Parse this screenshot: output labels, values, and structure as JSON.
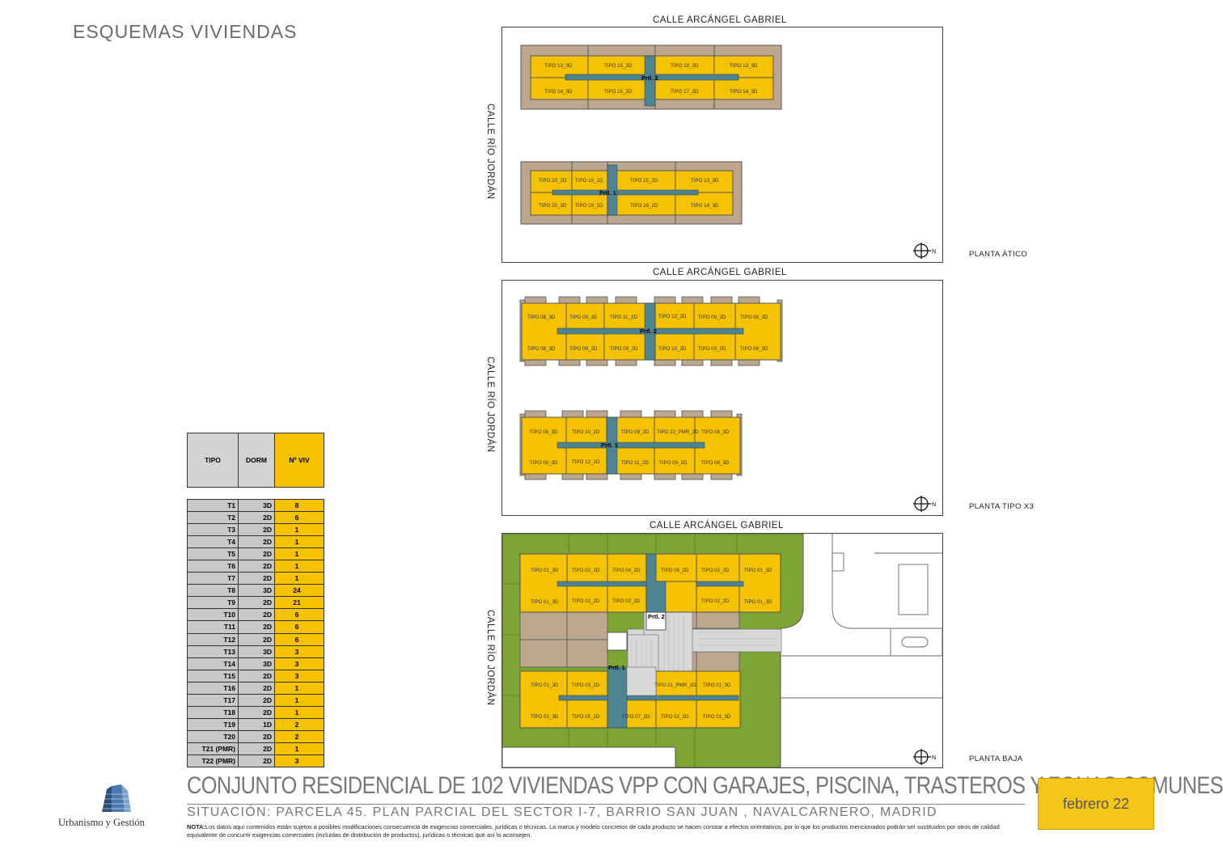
{
  "page_title": "ESQUEMAS VIVIENDAS",
  "streets": {
    "top": "CALLE ARCÁNGEL GABRIEL",
    "left": "CALLE RÍO JORDÁN"
  },
  "north": "N",
  "portal_labels": {
    "p1": "Prtl. 1",
    "p2": "Prtl. 2"
  },
  "floors": {
    "attic": {
      "label": "PLANTA ÁTICO",
      "b2_top": [
        "TIPO 13_3D",
        "TIPO 15_2D",
        "TIPO 18_2D",
        "TIPO 13_3D"
      ],
      "b2_bot": [
        "TIPO 14_3D",
        "TIPO 15_2D",
        "TIPO 17_2D",
        "TIPO 14_3D"
      ],
      "b1_top": [
        "TIPO 20_2D",
        "TIPO 19_1D",
        "TIPO 15_2D",
        "TIPO 13_3D"
      ],
      "b1_bot": [
        "TIPO 20_2D",
        "TIPO 19_1D",
        "TIPO 16_2D",
        "TIPO 14_3D"
      ]
    },
    "typical": {
      "label": "PLANTA TIPO X3",
      "b2_top": [
        "TIPO 08_3D",
        "TIPO 09_2D",
        "TIPO 11_2D",
        "TIPO 12_2D",
        "TIPO 09_2D",
        "TIPO 08_3D"
      ],
      "b2_bot": [
        "TIPO 08_3D",
        "TIPO 09_2D",
        "TIPO 09_2D",
        "TIPO 10_2D",
        "TIPO 09_2D",
        "TIPO 08_3D"
      ],
      "b1_top": [
        "TIPO 08_3D",
        "TIPO 10_2D",
        "TIPO 09_2D",
        "TIPO 22_PMR_2D",
        "TIPO 08_3D"
      ],
      "b1_bot": [
        "TIPO 08_3D",
        "TIPO 12_2D",
        "TIPO 11_2D",
        "TIPO 09_2D",
        "TIPO 08_3D"
      ]
    },
    "ground": {
      "label": "PLANTA BAJA",
      "b2_top": [
        "TIPO 01_3D",
        "TIPO 02_2D",
        "TIPO 04_2D",
        "TIPO 06_2D",
        "TIPO 02_2D",
        "TIPO 01_3D"
      ],
      "b2_bot": [
        "TIPO 01_3D",
        "TIPO 02_2D",
        "TIPO 02_2D",
        "TIPO 02_2D",
        "TIPO 01_3D"
      ],
      "b1_top": [
        "TIPO 01_3D",
        "TIPO 03_2D",
        "TIPO 21_PMR_2D",
        "TIPO 01_3D"
      ],
      "b1_bot": [
        "TIPO 01_3D",
        "TIPO 05_2D",
        "TIPO 07_2D",
        "TIPO 02_2D",
        "TIPO 01_3D"
      ]
    }
  },
  "table": {
    "headers": {
      "tipo": "TIPO",
      "dorm": "DORM",
      "nviv": "Nº VIV"
    },
    "rows": [
      {
        "tipo": "T1",
        "dorm": "3D",
        "nviv": "8"
      },
      {
        "tipo": "T2",
        "dorm": "2D",
        "nviv": "6"
      },
      {
        "tipo": "T3",
        "dorm": "2D",
        "nviv": "1"
      },
      {
        "tipo": "T4",
        "dorm": "2D",
        "nviv": "1"
      },
      {
        "tipo": "T5",
        "dorm": "2D",
        "nviv": "1"
      },
      {
        "tipo": "T6",
        "dorm": "2D",
        "nviv": "1"
      },
      {
        "tipo": "T7",
        "dorm": "2D",
        "nviv": "1"
      },
      {
        "tipo": "T8",
        "dorm": "3D",
        "nviv": "24"
      },
      {
        "tipo": "T9",
        "dorm": "2D",
        "nviv": "21"
      },
      {
        "tipo": "T10",
        "dorm": "2D",
        "nviv": "6"
      },
      {
        "tipo": "T11",
        "dorm": "2D",
        "nviv": "6"
      },
      {
        "tipo": "T12",
        "dorm": "2D",
        "nviv": "6"
      },
      {
        "tipo": "T13",
        "dorm": "3D",
        "nviv": "3"
      },
      {
        "tipo": "T14",
        "dorm": "3D",
        "nviv": "3"
      },
      {
        "tipo": "T15",
        "dorm": "2D",
        "nviv": "3"
      },
      {
        "tipo": "T16",
        "dorm": "2D",
        "nviv": "1"
      },
      {
        "tipo": "T17",
        "dorm": "2D",
        "nviv": "1"
      },
      {
        "tipo": "T18",
        "dorm": "2D",
        "nviv": "1"
      },
      {
        "tipo": "T19",
        "dorm": "1D",
        "nviv": "2"
      },
      {
        "tipo": "T20",
        "dorm": "2D",
        "nviv": "2"
      },
      {
        "tipo": "T21 (PMR)",
        "dorm": "2D",
        "nviv": "1"
      },
      {
        "tipo": "T22 (PMR)",
        "dorm": "2D",
        "nviv": "3"
      }
    ]
  },
  "footer": {
    "title": "CONJUNTO RESIDENCIAL DE 102 VIVIENDAS VPP CON GARAJES, PISCINA, TRASTEROS Y ZONAS COMUNES",
    "situation": "SITUACIÓN: PARCELA 45. PLAN PARCIAL DEL SECTOR I-7, BARRIO SAN JUAN , NAVALCARNERO, MADRID",
    "note_label": "NOTA:",
    "note": "Los datos aquí contenidos están sujetos a posibles modificaciones consecuencia de exigencias comerciales, jurídicas o técnicas. La marca y modelo concretos de cada producto se hacen constar a efectos orientativos, por lo que los productos mencionados podrán ser sustituidos por otros de calidad equivalente de concurrir exigencias comerciales (incluidas de distribución de productos), jurídicas o técnicas que así lo aconsejen.",
    "date": "febrero 22",
    "logo_text": "Urbanismo y Gestión"
  },
  "colors": {
    "unit": "#f5c200",
    "terrace": "#bda68e",
    "core": "#4d8494",
    "garden": "#7ea434",
    "pool_deck": "#d8d8d8"
  }
}
